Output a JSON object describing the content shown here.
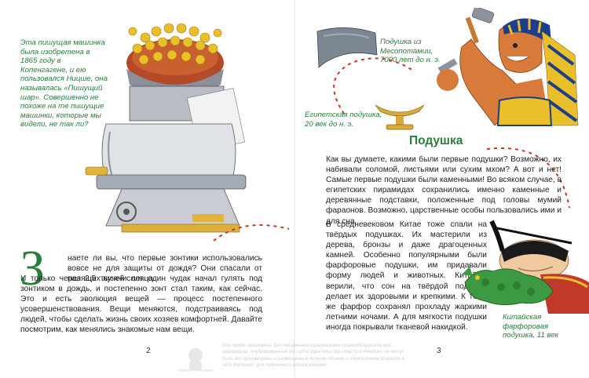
{
  "left_page": {
    "caption_typewriter": "Эта пишущая машинка была изобретена в 1865 году в Копенгагене, и ею пользовался Ницше, она называлась «Пишущий шар». Совершенно не похоже на те пишущие машинки, которые мы видели, не так ли?",
    "dropcap": "З",
    "body_first": "наете ли вы, что первые зонтики использовались вовсе не для защиты от дождя? Они спасали от палящих лучей солнца.",
    "body_rest": "И только через 2,5 тысячи лет один чудак начал гулять под зонтиком в дождь, и постепенно зонт стал таким, как сейчас. Это и есть эволюция вещей — процесс постепенного усовершенствования. Вещи меняются, подстраиваясь под людей, чтобы сделать жизнь своих хозяев комфортней. Давайте посмотрим, как менялись знакомые нам вещи.",
    "page_number": "2"
  },
  "right_page": {
    "caption_meso": "Подушка из Месопотамии, 7000 лет до н. э.",
    "caption_egypt": "Египетская подушка, 20 век до н. э.",
    "heading": "Подушка",
    "para1": "Как вы думаете, какими были первые подушки? Возможно, их набивали соломой, листьями или сухим мхом? А вот и нет! Самые первые подушки были каменными! Во всяком случае, в египетских пирамидах сохранились именно каменные и деревянные подставки, положенные под головы мумий фараонов. Возможно, царственные особы пользовались ими и для сна.",
    "para2": "В средневековом Китае тоже спали на твёрдых подушках. Их мастерили из дерева, бронзы и даже драгоценных камней. Особенно популярными были фарфоровые подушки, им придавали форму людей и животных. Китайцы верили, что сон на твёрдой подушке делает их здоровыми и крепкими. К тому же фарфор сохранял прохладу жаркими летними ночами. А для мягкости подушки иногда покрывали тканевой накидкой.",
    "caption_china": "Китайская фарфоровая подушка, 11 век",
    "page_number": "3"
  },
  "footer": {
    "copyright": "Все права защищены. Без письменного разрешения правообладателя все материалы, опубликованные на сайте издательства «Настя и Никита», не могут быть воспроизведены и размещены в полном объеме и электронном формате в сети Интернет для публичного использования."
  },
  "colors": {
    "accent_green": "#2a7d3a",
    "dash_red": "#c0392b"
  }
}
